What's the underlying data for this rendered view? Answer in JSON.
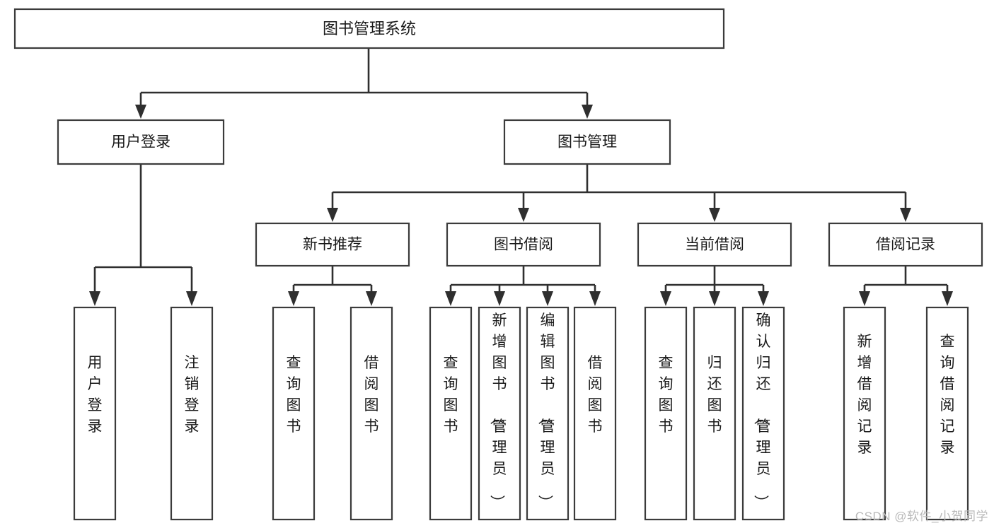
{
  "diagram": {
    "title": "图书管理系统",
    "watermark": "CSDN @软件_小贺同学",
    "colors": {
      "box_stroke": "#3b3b3b",
      "connector": "#2f2f2f",
      "text": "#1a1a1a",
      "background": "#ffffff",
      "watermark": "#b9b9b9"
    },
    "root": {
      "label": "图书管理系统"
    },
    "level2": [
      {
        "label": "用户登录"
      },
      {
        "label": "图书管理"
      }
    ],
    "level3": [
      {
        "label": "新书推荐"
      },
      {
        "label": "图书借阅"
      },
      {
        "label": "当前借阅"
      },
      {
        "label": "借阅记录"
      }
    ],
    "leaves": {
      "user_login": [
        {
          "label": "用户登录"
        },
        {
          "label": "注销登录"
        }
      ],
      "new_book_recommend": [
        {
          "label": "查询图书"
        },
        {
          "label": "借阅图书"
        }
      ],
      "book_borrow": [
        {
          "label": "查询图书"
        },
        {
          "label": "新增图书（管理员）"
        },
        {
          "label": "编辑图书（管理员）"
        },
        {
          "label": "借阅图书"
        }
      ],
      "current_borrow": [
        {
          "label": "查询图书"
        },
        {
          "label": "归还图书"
        },
        {
          "label": "确认归还（管理员）"
        }
      ],
      "borrow_record": [
        {
          "label": "新增借阅记录"
        },
        {
          "label": "查询借阅记录"
        }
      ]
    }
  }
}
